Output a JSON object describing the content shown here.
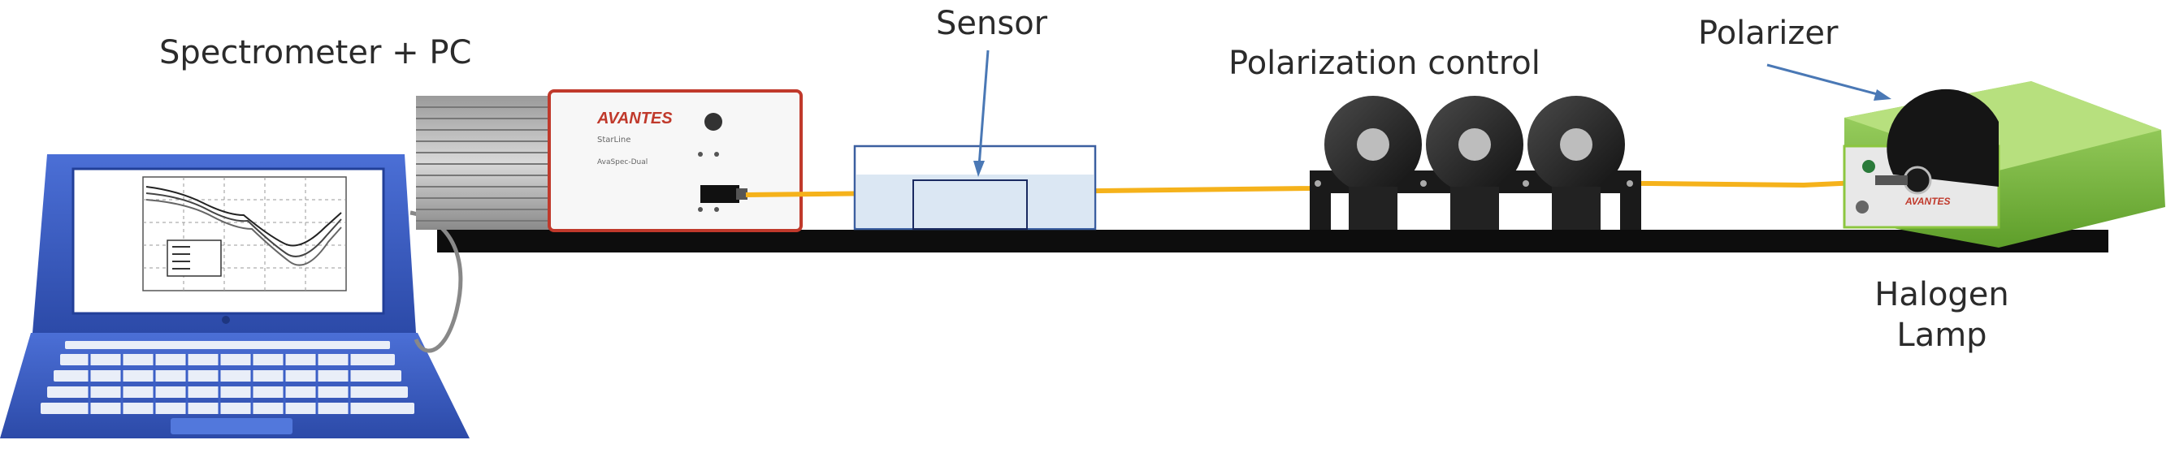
{
  "labels": {
    "spectrometer_pc": "Spectrometer + PC",
    "sensor": "Sensor",
    "polarization_control": "Polarization control",
    "polarizer": "Polarizer",
    "halogen_lamp_line1": "Halogen",
    "halogen_lamp_line2": "Lamp"
  },
  "devices": {
    "spectrometer_brand": "AVANTES",
    "spectrometer_series": "StarLine",
    "spectrometer_model": "AvaSpec-Dual",
    "lamp_brand": "AVANTES"
  },
  "colors": {
    "fiber": "#f5b21b",
    "bench": "#0d0d0d",
    "laptop": "#3b5fc6",
    "lamp_body": "#8cc63f",
    "arrow": "#4a78b5",
    "sensor_cell": "#dbe7f3"
  }
}
